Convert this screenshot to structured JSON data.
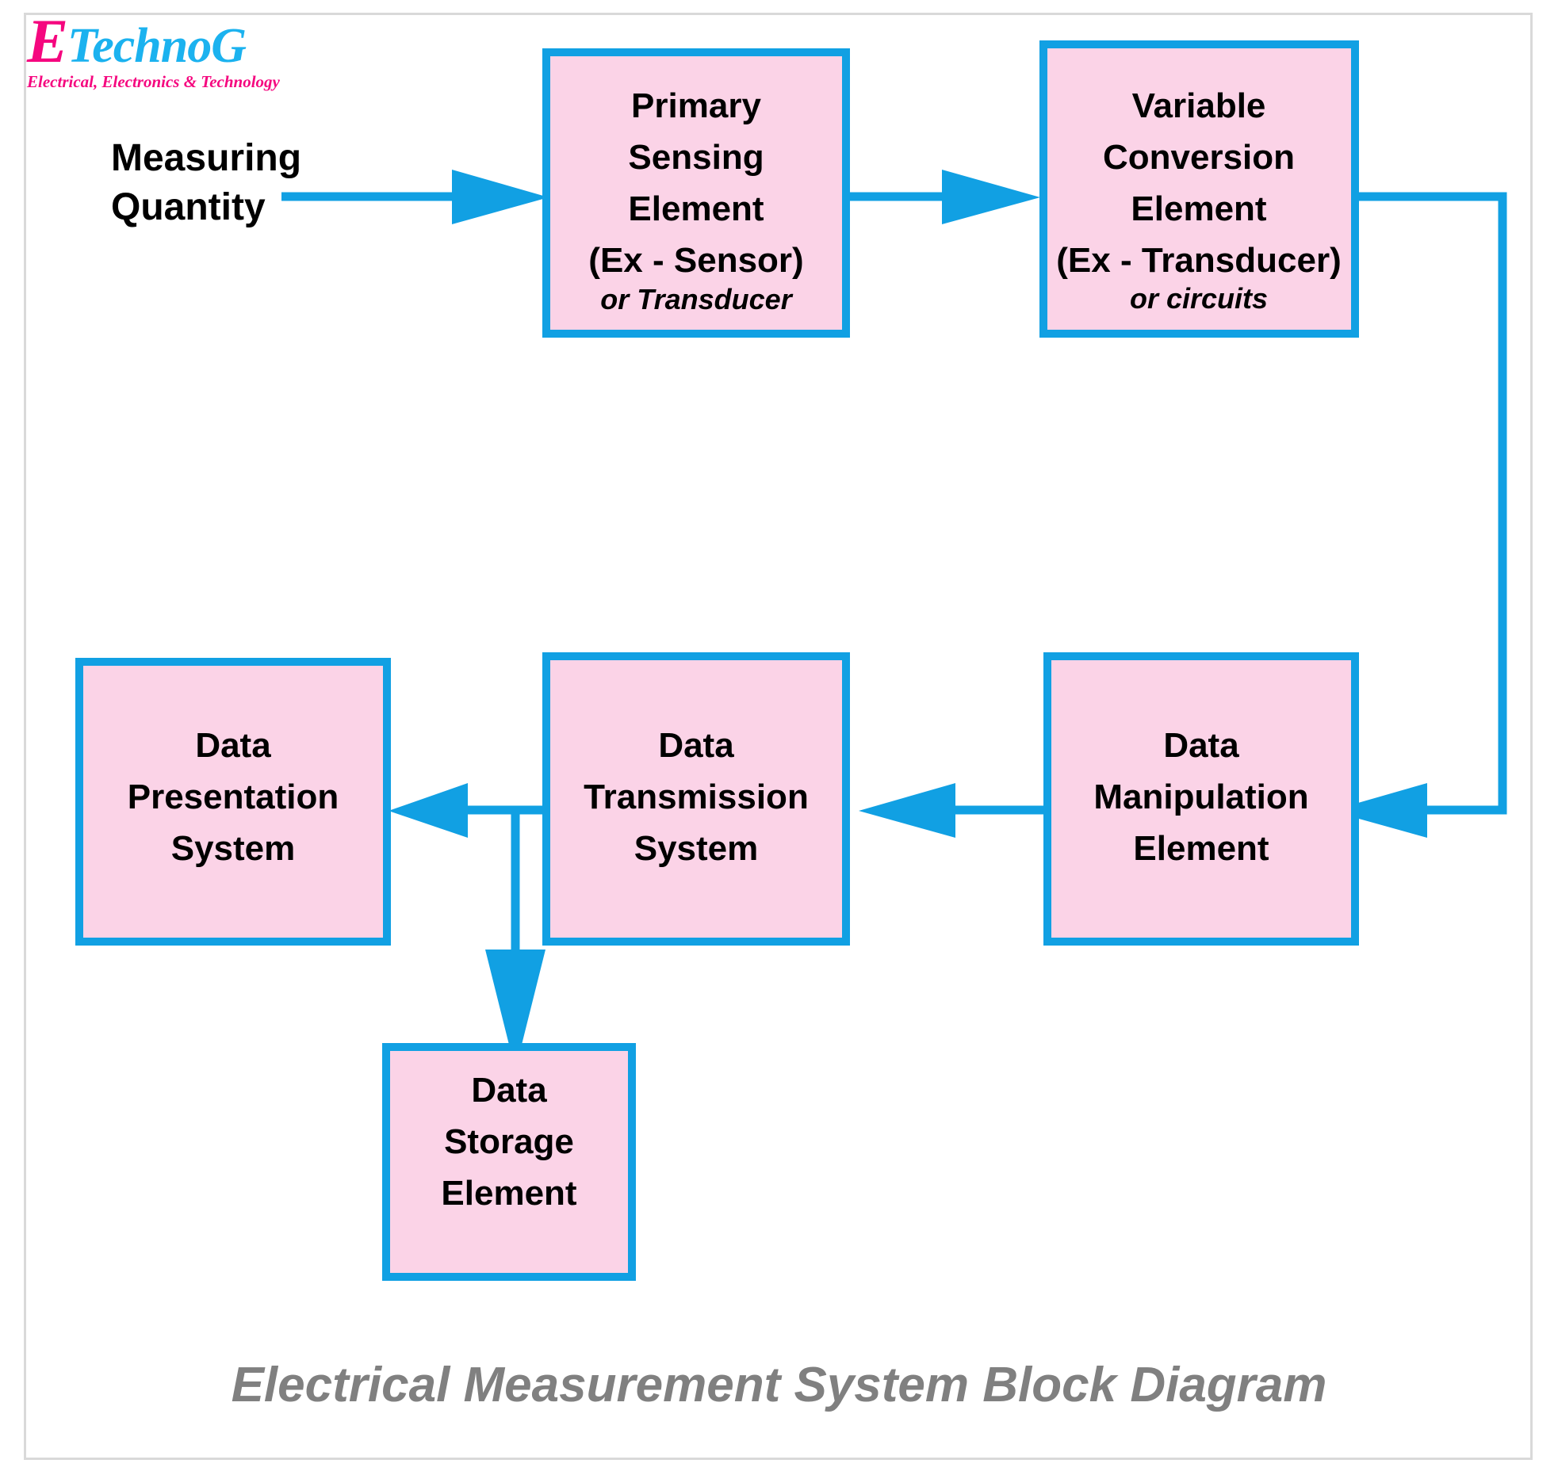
{
  "logo": {
    "initial": "E",
    "wordmark": "TechnoG",
    "tagline": "Electrical, Electronics & Technology",
    "initial_color": "#f5077f",
    "wordmark_color": "#1bb2ef",
    "tagline_color": "#f5077f"
  },
  "caption": "Electrical Measurement System Block Diagram",
  "theme": {
    "block_fill": "#fbd3e7",
    "block_stroke": "#11a0e3",
    "connector": "#11a0e3",
    "text": "#000000",
    "caption_color": "#808080",
    "frame_border": "#d9d9d9",
    "background": "#ffffff"
  },
  "input_label": {
    "line1": "Measuring",
    "line2": "Quantity"
  },
  "blocks": [
    {
      "id": "primary-sensing-element",
      "lines": [
        "Primary",
        "Sensing",
        "Element",
        "(Ex - Sensor)"
      ],
      "sub": "or Transducer"
    },
    {
      "id": "variable-conversion-element",
      "lines": [
        "Variable",
        "Conversion",
        "Element",
        "(Ex - Transducer)"
      ],
      "sub": "or circuits"
    },
    {
      "id": "data-manipulation-element",
      "lines": [
        "Data",
        "Manipulation",
        "Element"
      ],
      "sub": ""
    },
    {
      "id": "data-transmission-system",
      "lines": [
        "Data",
        "Transmission",
        "System"
      ],
      "sub": ""
    },
    {
      "id": "data-presentation-system",
      "lines": [
        "Data",
        "Presentation",
        "System"
      ],
      "sub": ""
    },
    {
      "id": "data-storage-element",
      "lines": [
        "Data",
        "Storage",
        "Element"
      ],
      "sub": ""
    }
  ],
  "connections": [
    {
      "id": "input-to-primary",
      "from": "measuring-quantity",
      "to": "primary-sensing-element",
      "direction": "right"
    },
    {
      "id": "primary-to-variable",
      "from": "primary-sensing-element",
      "to": "variable-conversion-element",
      "direction": "right"
    },
    {
      "id": "variable-to-manipulation",
      "from": "variable-conversion-element",
      "to": "data-manipulation-element",
      "direction": "down-left"
    },
    {
      "id": "manipulation-to-transmission",
      "from": "data-manipulation-element",
      "to": "data-transmission-system",
      "direction": "left"
    },
    {
      "id": "transmission-to-presentation",
      "from": "data-transmission-system",
      "to": "data-presentation-system",
      "direction": "left"
    },
    {
      "id": "transmission-to-storage",
      "from": "data-transmission-system",
      "to": "data-storage-element",
      "direction": "down"
    }
  ]
}
